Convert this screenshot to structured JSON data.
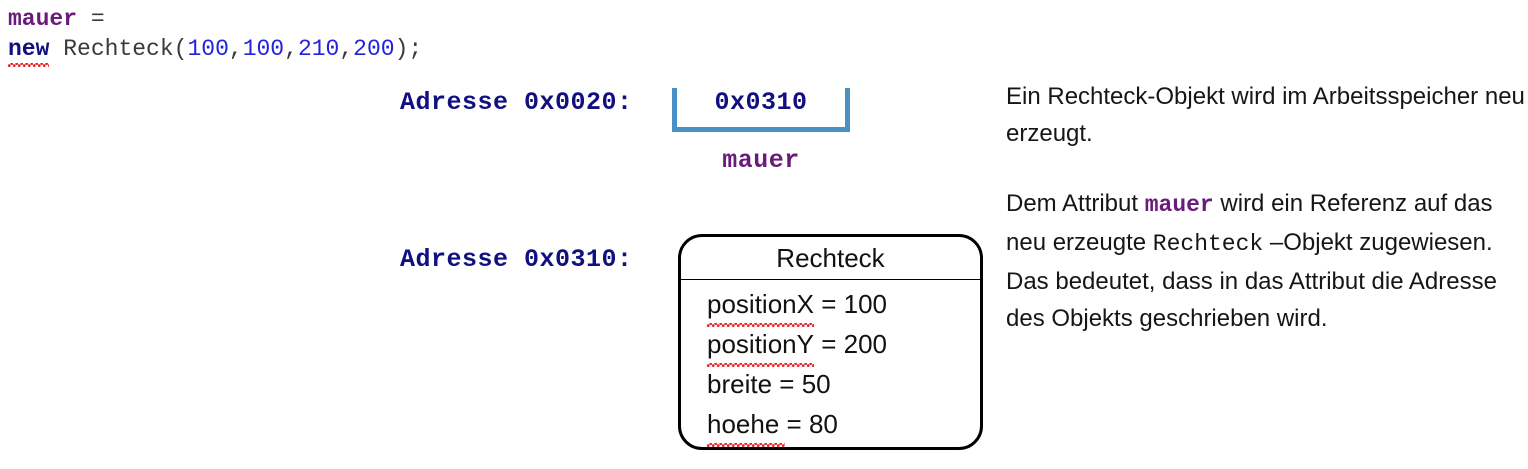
{
  "code": {
    "line1": {
      "variable": "mauer",
      "operator": "="
    },
    "line2": {
      "keyword": "new",
      "class_name": "Rechteck",
      "open_paren": "(",
      "args": [
        "100",
        "100",
        "210",
        "200"
      ],
      "separator": ",",
      "close_paren": ")",
      "terminator": ";"
    }
  },
  "memory": {
    "pointer_cell": {
      "address_label": "Adresse 0x0020:",
      "value": "0x0310",
      "variable_name": "mauer"
    },
    "object_cell": {
      "address_label": "Adresse 0x0310:",
      "class_name": "Rechteck",
      "fields": [
        {
          "name": "positionX",
          "assign": " = ",
          "value": "100",
          "misspelled": true
        },
        {
          "name": "positionY",
          "assign": " = ",
          "value": "200",
          "misspelled": true
        },
        {
          "name": "breite",
          "assign": " = ",
          "value": "50",
          "misspelled": false
        },
        {
          "name": "hoehe",
          "assign": " = ",
          "value": "80",
          "misspelled": true
        }
      ]
    }
  },
  "notes": {
    "note1": "Ein Rechteck-Objekt wird im Arbeitsspeicher neu erzeugt.",
    "note2": {
      "part1": "Dem Attribut ",
      "accent": "mauer",
      "part2": " wird ein Referenz auf das neu erzeugte ",
      "mono": "Rechteck",
      "part3": " –Objekt zugewiesen. Das bedeutet, dass in das Attribut die Adresse des Objekts geschrieben wird."
    }
  },
  "colors": {
    "keyword": "#101080",
    "variable": "#6A1B7A",
    "number": "#2222DD",
    "bracket": "#4A90C4",
    "spellcheck": "#e8262a"
  }
}
